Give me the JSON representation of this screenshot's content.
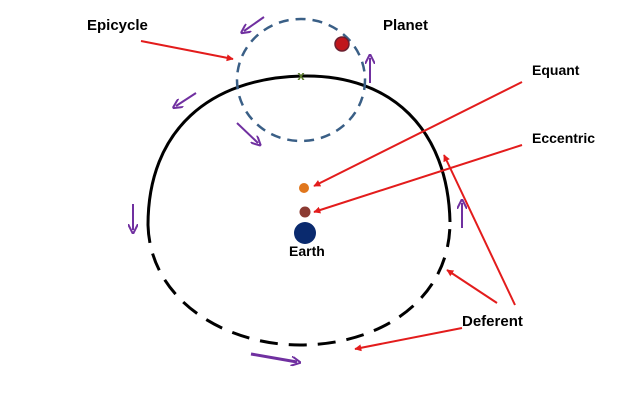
{
  "labels": {
    "epicycle": "Epicycle",
    "planet": "Planet",
    "equant": "Equant",
    "eccentric": "Eccentric",
    "earth": "Earth",
    "deferent": "Deferent",
    "center_mark": "x"
  },
  "colors": {
    "pointer_arrow": "#e31c1c",
    "motion_arrow": "#7030a0",
    "deferent_line": "#000000",
    "epicycle_line": "#3a5f86",
    "planet": "#c0161c",
    "equant_dot": "#e0761c",
    "eccentric_dot": "#8b3a32",
    "earth": "#0a2a6e",
    "center_mark": "#5a7a2a"
  }
}
